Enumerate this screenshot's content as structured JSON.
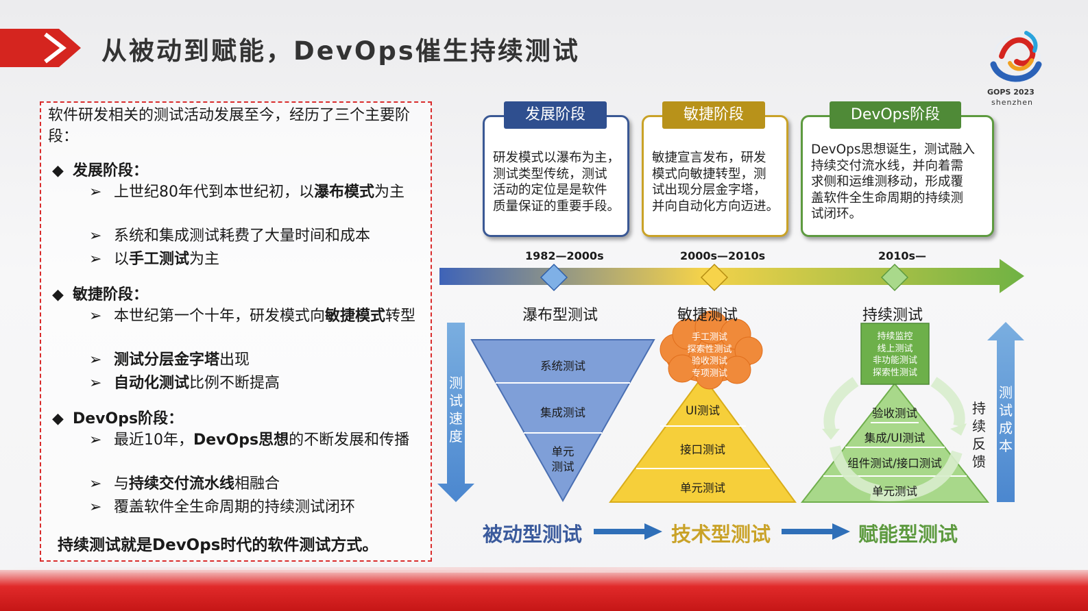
{
  "title": "从被动到赋能，DevOps催生持续测试",
  "logo": {
    "year": "GOPS 2023",
    "city": "shenzhen"
  },
  "left": {
    "intro": "软件研发相关的测试活动发展至今，经历了三个主要阶段：",
    "sections": [
      {
        "heading": "发展阶段：",
        "items": [
          {
            "pre": "上世纪80年代到本世纪初，以",
            "bold": "瀑布模式",
            "post": "为主"
          },
          {
            "pre": "系统和集成测试耗费了大量时间和成本",
            "bold": "",
            "post": ""
          },
          {
            "pre": "以",
            "bold": "手工测试",
            "post": "为主"
          }
        ]
      },
      {
        "heading": "敏捷阶段：",
        "items": [
          {
            "pre": "本世纪第一个十年，研发模式向",
            "bold": "敏捷模式",
            "post": "转型"
          },
          {
            "pre": "",
            "bold": "测试分层金字塔",
            "post": "出现"
          },
          {
            "pre": "",
            "bold": "自动化测试",
            "post": "比例不断提高"
          }
        ]
      },
      {
        "heading": "DevOps阶段：",
        "items": [
          {
            "pre": "最近10年，",
            "bold": "DevOps思想",
            "post": "的不断发展和传播"
          },
          {
            "pre": "与",
            "bold": "持续交付流水线",
            "post": "相融合"
          },
          {
            "pre": "覆盖软件全生命周期的持续测试闭环",
            "bold": "",
            "post": ""
          }
        ]
      }
    ],
    "footer": "持续测试就是DevOps时代的软件测试方式。",
    "bullet": "◆",
    "arrow": "➢"
  },
  "stages": [
    {
      "label": "发展阶段",
      "color": "#2f4f8f",
      "desc": [
        "研发模式以瀑布为主，",
        "测试类型传统，测试",
        "活动的定位是是软件",
        "质量保证的重要手段。"
      ]
    },
    {
      "label": "敏捷阶段",
      "color": "#b8921a",
      "desc": [
        "敏捷宣言发布，研发",
        "模式向敏捷转型，测",
        "试出现分层金字塔，",
        "并向自动化方向迈进。"
      ]
    },
    {
      "label": "DevOps阶段",
      "color": "#4f8a37",
      "desc": [
        "DevOps思想诞生，测试融入",
        "持续交付流水线，并向着需",
        "求侧和运维测移动，形成覆",
        "盖软件全生命周期的持续测",
        "试闭环。"
      ]
    }
  ],
  "periods": [
    "1982—2000s",
    "2000s—2010s",
    "2010s—"
  ],
  "columns": [
    "瀑布型测试",
    "敏捷测试",
    "持续测试"
  ],
  "waterfall_layers": [
    "系统测试",
    "集成测试",
    "单元\n测试"
  ],
  "agile_cloud": [
    "手工测试",
    "探索性测试",
    "验收测试",
    "专项测试"
  ],
  "agile_layers": [
    "UI测试",
    "接口测试",
    "单元测试"
  ],
  "ct_box": [
    "持续监控",
    "线上测试",
    "非功能测试",
    "探索性测试"
  ],
  "ct_layers": [
    "验收测试",
    "集成/UI测试",
    "组件测试/接口测试",
    "单元测试"
  ],
  "side_labels": {
    "speed": "测试速度",
    "feedback": "持续反馈",
    "cost": "测试成本"
  },
  "flow": [
    "被动型测试",
    "技术型测试",
    "赋能型测试"
  ],
  "colors": {
    "blue": "#3a5a9c",
    "gold": "#c9a227",
    "green": "#5d9a3f",
    "red": "#d92b2b"
  }
}
